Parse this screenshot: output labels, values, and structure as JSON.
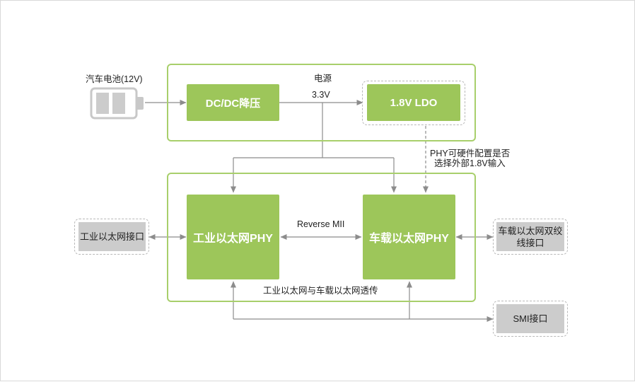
{
  "labels": {
    "battery": "汽车电池(12V)",
    "power": "电源",
    "voltage": "3.3V",
    "phy_select_line1": "PHY可硬件配置是否",
    "phy_select_line2": "选择外部1.8V输入",
    "reverse_mii": "Reverse MII",
    "passthrough": "工业以太网与车载以太网透传"
  },
  "blocks": {
    "dcdc": "DC/DC降压",
    "ldo": "1.8V LDO",
    "industrial_phy": "工业以太网PHY",
    "automotive_phy": "车载以太网PHY"
  },
  "interfaces": {
    "industrial_port": "工业以太网接口",
    "twisted_pair_line1": "车载以太网双绞",
    "twisted_pair_line2": "线接口",
    "smi": "SMI接口"
  },
  "colors": {
    "block_green": "#9dc65a",
    "group_border": "#a8cf6b",
    "interface_gray": "#cccccc",
    "connector_line": "#8c8c8c"
  }
}
